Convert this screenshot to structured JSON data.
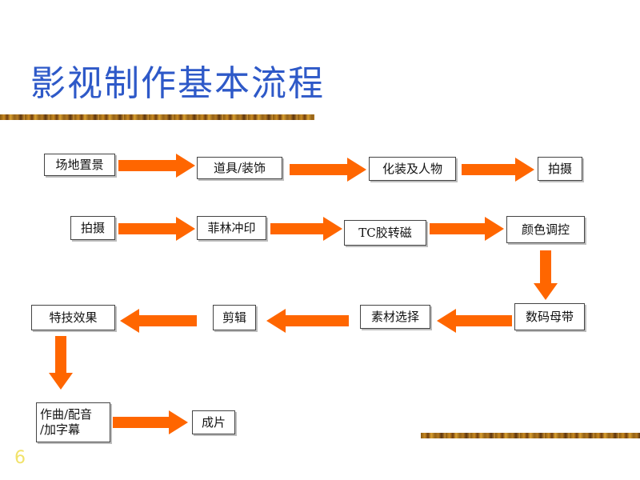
{
  "title": "影视制作基本流程",
  "page_number": "6",
  "colors": {
    "title": "#2e59c8",
    "arrow": "#ff6600",
    "page_number": "#f1e26a"
  },
  "nodes": {
    "scene": "场地置景",
    "props": "道具/装饰",
    "makeup": "化装及人物",
    "shoot1": "拍摄",
    "shoot2": "拍摄",
    "film": "菲林冲印",
    "tc": "TC胶转磁",
    "color": "颜色调控",
    "master": "数码母带",
    "select": "素材选择",
    "edit": "剪辑",
    "effects": "特技效果",
    "music_line1": "作曲/配音",
    "music_line2": "/加字幕",
    "final": "成片"
  }
}
